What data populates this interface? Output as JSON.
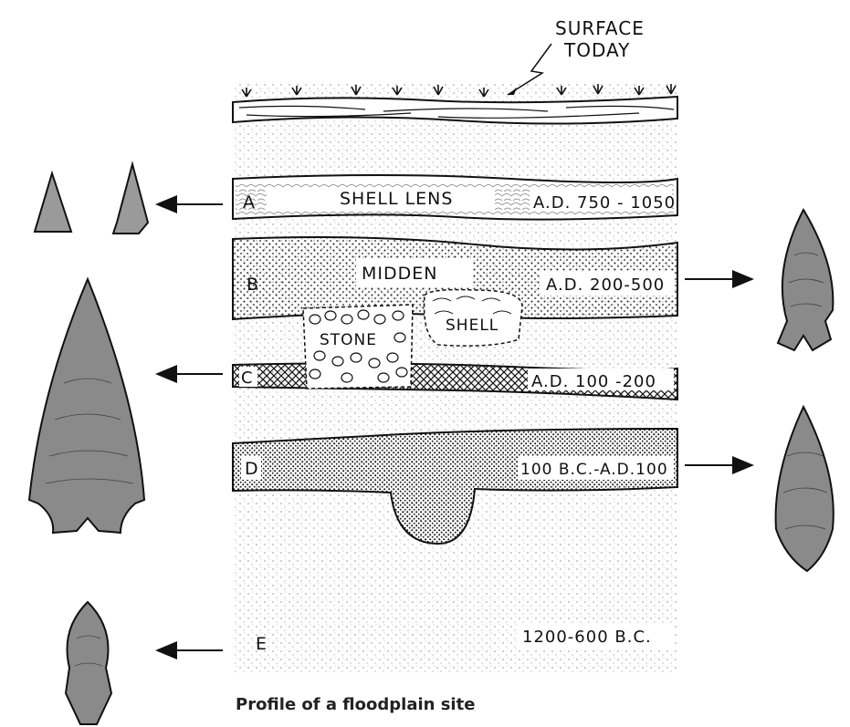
{
  "surface_label": {
    "line1": "SURFACE",
    "line2": "TODAY"
  },
  "layers": [
    {
      "letter": "A",
      "name": "SHELL LENS",
      "date": "A.D. 750 - 1050"
    },
    {
      "letter": "B",
      "name": "MIDDEN",
      "date": "A.D. 200-500"
    },
    {
      "letter": "C",
      "name": "",
      "date": "A.D. 100 -200"
    },
    {
      "letter": "D",
      "name": "",
      "date": "100 B.C.-A.D.100"
    },
    {
      "letter": "E",
      "name": "",
      "date": "1200-600 B.C."
    }
  ],
  "features": {
    "stone": "STONE",
    "shell": "SHELL"
  },
  "caption": "Profile of a floodplain site",
  "colors": {
    "ink": "#111111",
    "point_fill": "#8a8a8a",
    "background": "#ffffff"
  }
}
